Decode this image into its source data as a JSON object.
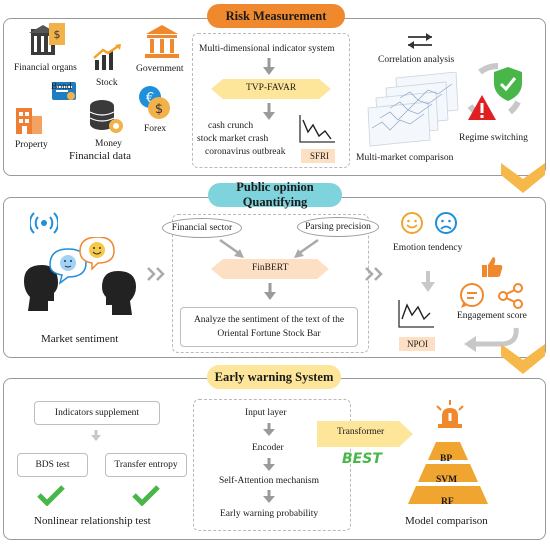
{
  "panel1": {
    "title": "Risk Measurement",
    "icons": {
      "financial_organs": "Financial organs",
      "stock": "Stock",
      "government": "Government",
      "bond": "Bond",
      "money": "Money",
      "forex": "Forex",
      "property": "Property"
    },
    "financial_data": "Financial data",
    "indicator_system": "Multi-dimensional indicator system",
    "tvp_favar": "TVP-FAVAR",
    "events": [
      "cash crunch",
      "stock market crash",
      "coronavirus outbreak"
    ],
    "sfri": "SFRI",
    "correlation": "Correlation analysis",
    "regime": "Regime switching",
    "multi_market": "Multi-market comparison"
  },
  "panel2": {
    "title": "Public opinion Quantifying",
    "financial_sector": "Financial sector",
    "parsing_precision": "Parsing precision",
    "finbert": "FinBERT",
    "analyze": [
      "Analyze the sentiment of the text of the",
      "Oriental Fortune Stock Bar"
    ],
    "market_sentiment": "Market sentiment",
    "emotion_tendency": "Emotion tendency",
    "engagement_score": "Engagement score",
    "npoi": "NPOI"
  },
  "panel3": {
    "title": "Early warning System",
    "indicators_supplement": "Indicators supplement",
    "bds_test": "BDS test",
    "transfer_entropy": "Transfer entropy",
    "nonlinear": "Nonlinear relationship test",
    "layers": [
      "Input layer",
      "Encoder",
      "Self-Attention mechanism",
      "Early warning probability"
    ],
    "transformer": "Transformer",
    "best": "BEST",
    "pyramid": [
      "BP",
      "SVM",
      "RF"
    ],
    "model_comparison": "Model comparison"
  },
  "colors": {
    "orange": "#f0892e",
    "cyan": "#7fd3dc",
    "yellow": "#fde59a",
    "green": "#49b649",
    "blue": "#1f8fd9",
    "chevron": "#f7b84a"
  }
}
